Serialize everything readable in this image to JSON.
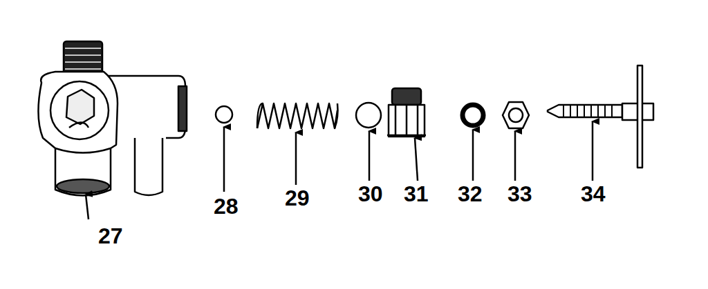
{
  "diagram": {
    "labels": [
      "27",
      "28",
      "29",
      "30",
      "31",
      "32",
      "33",
      "34"
    ]
  }
}
